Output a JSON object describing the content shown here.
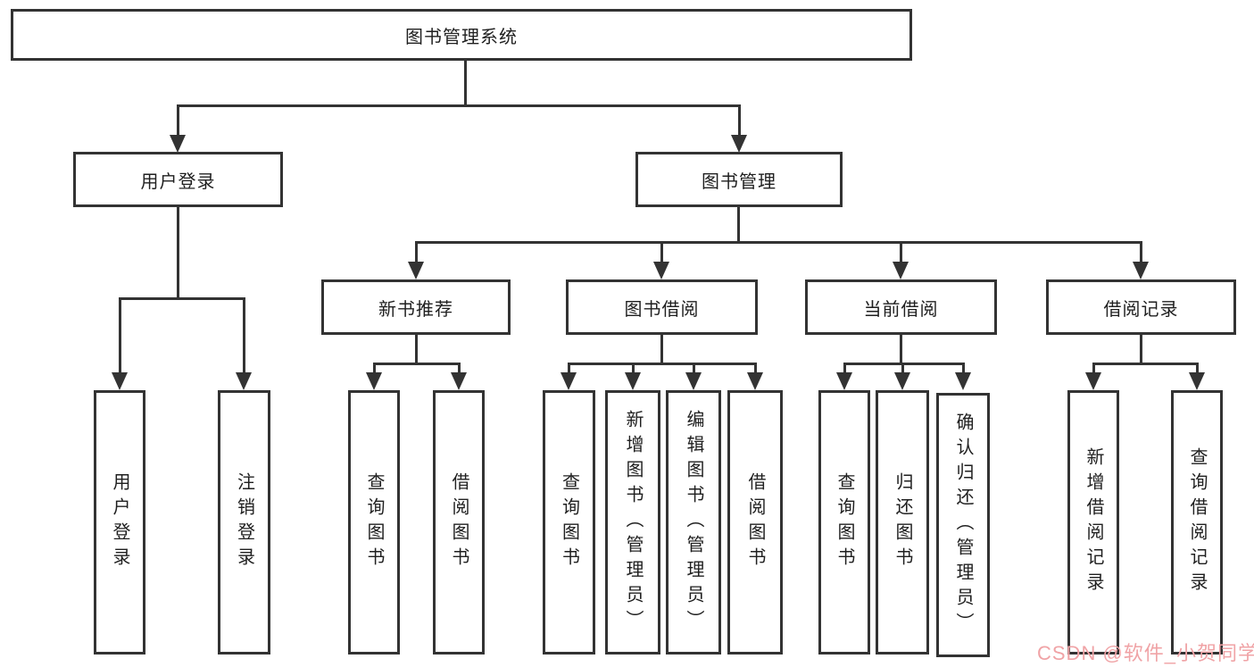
{
  "diagram": {
    "root": "图书管理系统",
    "children": [
      {
        "label": "用户登录",
        "children": [
          {
            "label": "用户登录"
          },
          {
            "label": "注销登录"
          }
        ]
      },
      {
        "label": "图书管理",
        "children": [
          {
            "label": "新书推荐",
            "children": [
              {
                "label": "查询图书"
              },
              {
                "label": "借阅图书"
              }
            ]
          },
          {
            "label": "图书借阅",
            "children": [
              {
                "label": "查询图书"
              },
              {
                "label": "新增图书（管理员）"
              },
              {
                "label": "编辑图书（管理员）"
              },
              {
                "label": "借阅图书"
              }
            ]
          },
          {
            "label": "当前借阅",
            "children": [
              {
                "label": "查询图书"
              },
              {
                "label": "归还图书"
              },
              {
                "label": "确认归还（管理员）"
              }
            ]
          },
          {
            "label": "借阅记录",
            "children": [
              {
                "label": "新增借阅记录"
              },
              {
                "label": "查询借阅记录"
              }
            ]
          }
        ]
      }
    ]
  },
  "watermark": {
    "text": "CSDN @软件_小贺同学",
    "color": "#f0a3a6"
  },
  "colors": {
    "line": "#333333",
    "background": "#ffffff",
    "text": "#1f1f1f"
  }
}
